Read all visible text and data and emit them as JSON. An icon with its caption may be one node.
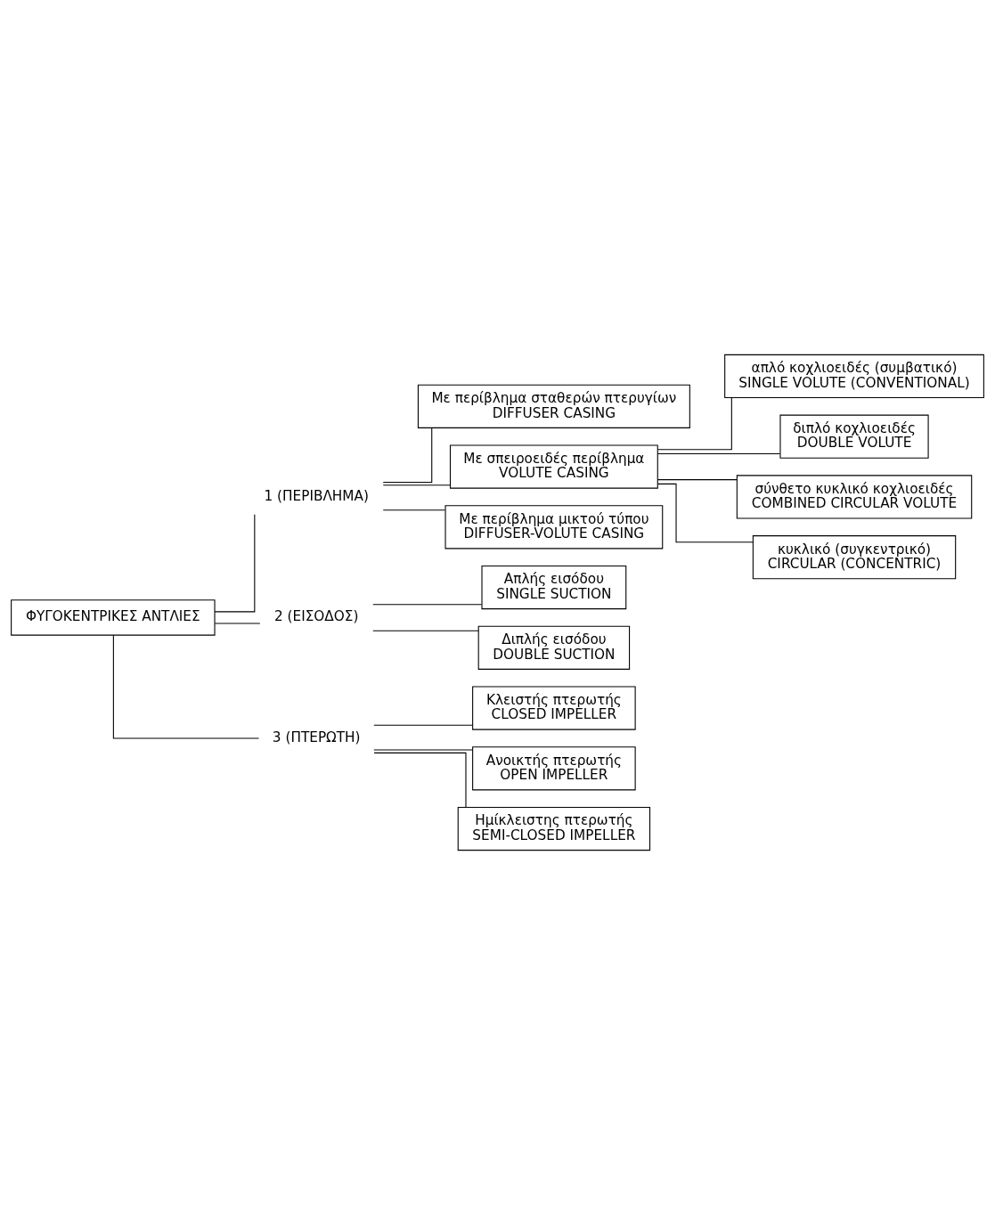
{
  "diagram": {
    "nodes": [
      {
        "text": [
          "ΦΥΓΟΚΕΝΤΡΙΚΕΣ ΑΝΤΛΙΕΣ"
        ]
      },
      {
        "text": [
          "1 (ΠΕΡΙΒΛΗΜΑ)"
        ]
      },
      {
        "text": [
          "2 (ΕΙΣΟΔΟΣ)"
        ]
      },
      {
        "text": [
          "3 (ΠΤΕΡΩΤΗ)"
        ]
      },
      {
        "text": [
          "Με περίβλημα σταθερών πτερυγίων",
          "DIFFUSER CASING"
        ]
      },
      {
        "text": [
          "Με σπειροειδές περίβλημα",
          "VOLUTE CASING"
        ]
      },
      {
        "text": [
          "απλό κοχλιοειδές (συμβατικό)",
          "SINGLE VOLUTE (CONVENTIONAL)"
        ]
      },
      {
        "text": [
          "διπλό κοχλιοειδές",
          "DOUBLE VOLUTE"
        ]
      },
      {
        "text": [
          "σύνθετο κυκλικό κοχλιοειδές",
          "COMBINED CIRCULAR VOLUTE"
        ]
      },
      {
        "text": [
          "κυκλικό (συγκεντρικό)",
          "CIRCULAR (CONCENTRIC)"
        ]
      },
      {
        "text": [
          "Με περίβλημα μικτού τύπου",
          "DIFFUSER-VOLUTE CASING"
        ]
      },
      {
        "text": [
          "Απλής εισόδου",
          "SINGLE SUCTION"
        ]
      },
      {
        "text": [
          "Διπλής εισόδου",
          "DOUBLE SUCTION"
        ]
      },
      {
        "text": [
          "Κλειστής πτερωτής",
          "CLOSED IMPELLER"
        ]
      },
      {
        "text": [
          "Ανοικτής πτερωτής",
          "OPEN IMPELLER"
        ]
      },
      {
        "text": [
          "Ημίκλειστης πτερωτής",
          "SEMI-CLOSED IMPELLER"
        ]
      }
    ],
    "edges": [
      {
        "from": 0,
        "to": 1,
        "arrow": "none"
      },
      {
        "from": 0,
        "to": 2,
        "arrow": "none"
      },
      {
        "from": 0,
        "to": 3,
        "arrow": "none"
      },
      {
        "from": 1,
        "to": 4,
        "arrow": "none"
      },
      {
        "from": 1,
        "to": 5,
        "arrow": "none"
      },
      {
        "from": 5,
        "to": 6,
        "arrow": "none"
      },
      {
        "from": 5,
        "to": 7,
        "arrow": "none"
      },
      {
        "from": 5,
        "to": 8,
        "arrow": "none"
      },
      {
        "from": 5,
        "to": 9,
        "arrow": "none"
      },
      {
        "from": 1,
        "to": 10,
        "arrow": "none"
      },
      {
        "from": 2,
        "to": 11,
        "arrow": "none"
      },
      {
        "from": 2,
        "to": 12,
        "arrow": "none"
      },
      {
        "from": 3,
        "to": 13,
        "arrow": "none"
      },
      {
        "from": 3,
        "to": 14,
        "arrow": "none"
      },
      {
        "from": 3,
        "to": 15,
        "arrow": "none"
      }
    ]
  }
}
